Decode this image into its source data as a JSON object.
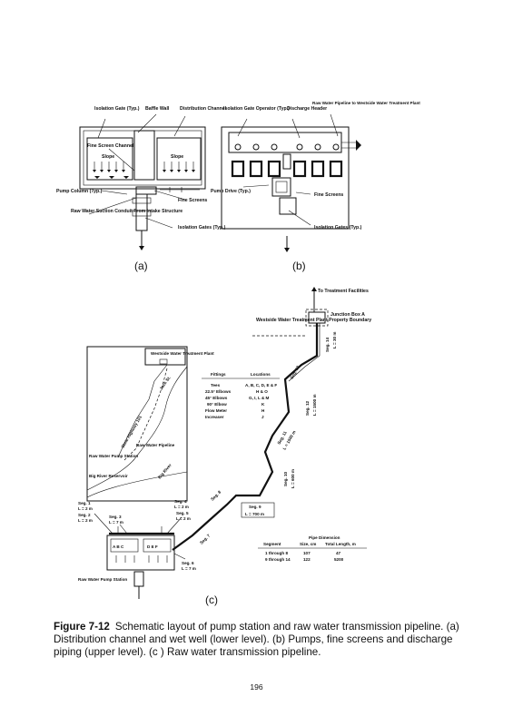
{
  "figure": {
    "panel_a": {
      "panel_label": "(a)",
      "labels": {
        "isolation_gate": "Isolation Gate (Typ.)",
        "baffle_wall": "Baffle Wall",
        "distribution_channel": "Distribution Channel",
        "fine_screen_channel": "Fine Screen Channel",
        "slope_left": "Slope",
        "slope_right": "Slope",
        "pump_column": "Pump Column (Typ.)",
        "fine_screens": "Fine Screens",
        "raw_water_suction": "Raw Water Suction Conduit From Intake Structure",
        "isolation_gates": "Isolation Gates (Typ.)"
      }
    },
    "panel_b": {
      "panel_label": "(b)",
      "labels": {
        "isolation_gate_operator": "Isolation Gate Operator (Typ.)",
        "discharge_header": "Discharge Header",
        "raw_water_pipeline": "Raw Water Pipeline to Westside Water Treatment Plant",
        "pump_drive": "Pump Drive (Typ.)",
        "fine_screens": "Fine Screens",
        "isolation_gates": "Isolation Gates (Typ.)"
      }
    },
    "panel_c": {
      "panel_label": "(c)",
      "labels": {
        "to_treatment": "To Treatment Facilities",
        "junction_box": "Junction Box A",
        "plant_boundary": "Westside Water Treatment Plant Property Boundary",
        "raw_water_pump_station": "Raw Water Pump Station",
        "map_plant": "Westside Water Treatment Plant",
        "map_road": "Jack St.",
        "map_highway": "State Highway 101",
        "map_pipeline": "Raw Water Pipeline",
        "map_pump_station": "Raw Water Pump Station",
        "map_reservoir": "Big River Reservoir",
        "map_river": "Big River"
      },
      "fittings_table": {
        "headers": [
          "Fittings",
          "Locations"
        ],
        "rows": [
          [
            "Tees",
            "A, B, C, D, E & F"
          ],
          [
            "22.5° Elbows",
            "H & O"
          ],
          [
            "45° Elbows",
            "G, I, L & M"
          ],
          [
            "90° Elbow",
            "K"
          ],
          [
            "Flow Meter",
            "H"
          ],
          [
            "Increaser",
            "J"
          ]
        ]
      },
      "pipe_table": {
        "title": "Pipe Dimension",
        "headers": [
          "Segment",
          "Size, cm",
          "Total Length, m"
        ],
        "rows": [
          [
            "1 through 8",
            "107",
            "47"
          ],
          [
            "9 through 14",
            "122",
            "5200"
          ]
        ]
      },
      "segments": {
        "seg1": "Seg. 1",
        "seg1_len": "L = 2 m",
        "seg2": "Seg. 2",
        "seg2_len": "L = 2 m",
        "seg3": "Seg. 3",
        "seg3_len": "L = 7 m",
        "seg4": "Seg. 4",
        "seg4_len": "L = 2 m",
        "seg5": "Seg. 5",
        "seg5_len": "L = 2 m",
        "seg6": "Seg. 6",
        "seg6_len": "L = 7 m",
        "seg7": "Seg. 7",
        "seg8": "Seg. 8",
        "seg9": "Seg. 9",
        "seg9_len": "L = 700 m",
        "seg10": "Seg. 10",
        "seg10_len": "L = 600 m",
        "seg11": "Seg. 11",
        "seg11_len": "L = 1500 m",
        "seg12": "Seg. 12",
        "seg12_len": "L = 1500 m",
        "seg13": "Seg. 13",
        "seg14": "Seg. 14",
        "seg14_len": "L = 30 m"
      }
    }
  },
  "caption": {
    "figure_number": "Figure 7-12",
    "text": "Schematic layout of pump station and raw water transmission pipeline. (a) Distribution channel and wet well (lower level). (b) Pumps, fine screens and discharge piping (upper level). (c ) Raw water transmission pipeline."
  },
  "page_number": "196"
}
